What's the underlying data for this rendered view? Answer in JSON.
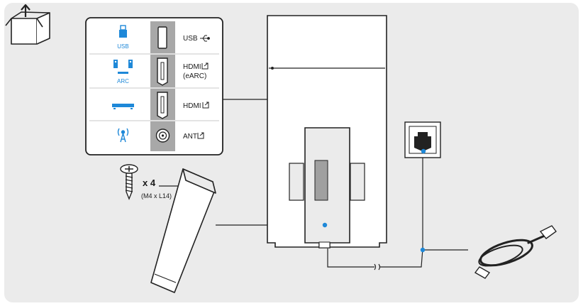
{
  "ports": [
    {
      "source_label": "USB",
      "source_icon": "usb-icon",
      "port_label": "USB",
      "port_symbol": "usb-symbol-icon"
    },
    {
      "source_label": "ARC",
      "source_icon": "speaker-system-icon",
      "port_label": "HDMI",
      "port_label_2": "(eARC)",
      "port_symbol": "input-icon"
    },
    {
      "source_label": "",
      "source_icon": "soundbar-icon",
      "port_label": "HDMI",
      "port_symbol": "input-icon"
    },
    {
      "source_label": "",
      "source_icon": "antenna-icon",
      "port_label": "ANT",
      "port_symbol": "input-icon"
    }
  ],
  "screws": {
    "quantity": "x 4",
    "size": "(M4 x L14)",
    "icon": "screw-icon"
  },
  "header_icon": "unbox-icon",
  "colors": {
    "accent": "#1e88d8",
    "panel": "#ebebeb",
    "line": "#222222",
    "port_column": "#a8a8a8"
  }
}
